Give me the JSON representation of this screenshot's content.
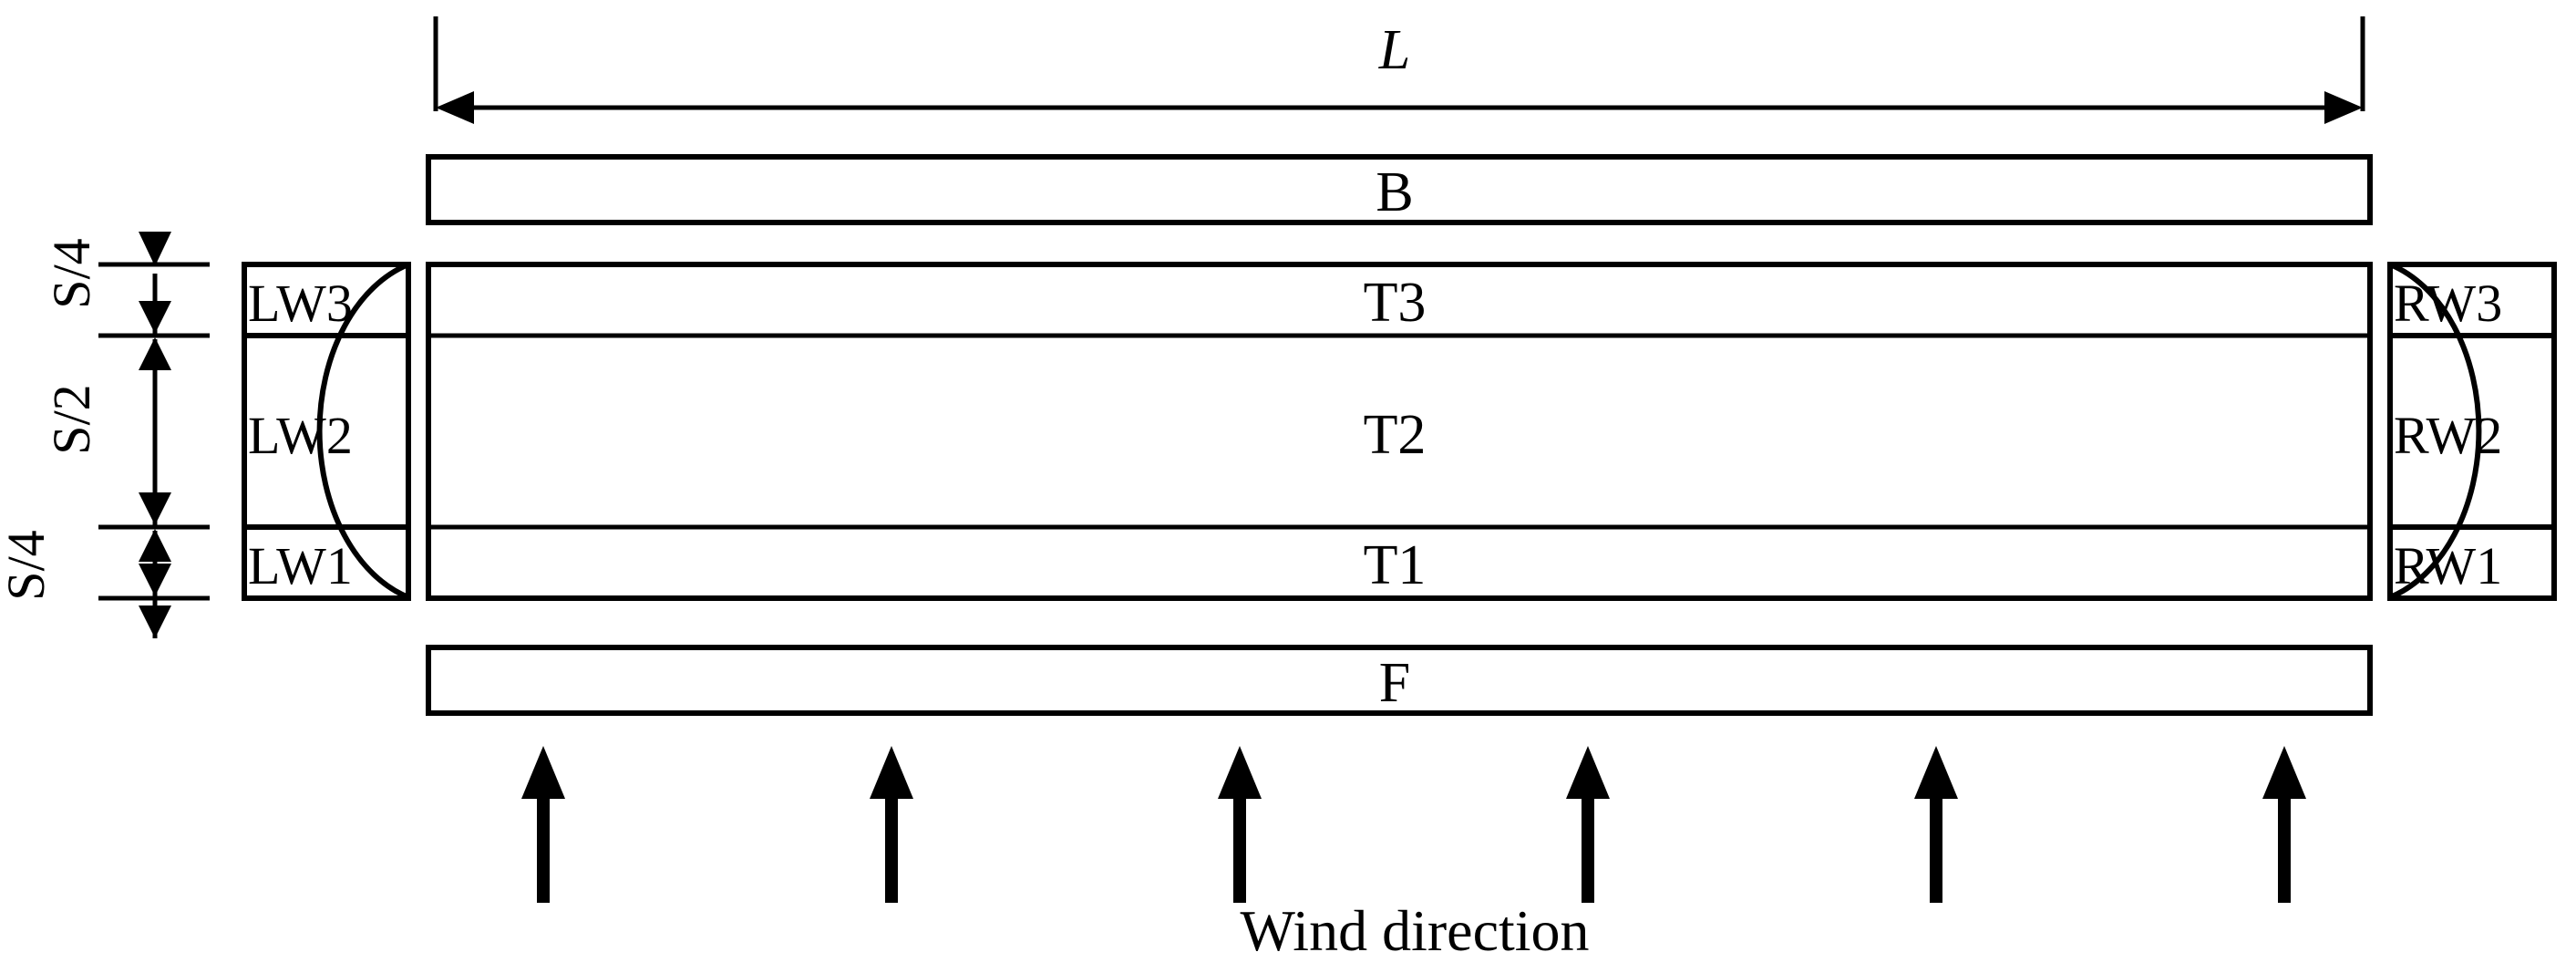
{
  "figure": {
    "type": "technical-diagram",
    "description": "Plan view schematic of a rectangular building showing surface zone subdivisions with wind direction",
    "background_color": "#ffffff",
    "line_color": "#000000"
  },
  "dimensions": {
    "length_label": "L",
    "width_segments": [
      {
        "label": "S/4",
        "zone": "top"
      },
      {
        "label": "S/2",
        "zone": "middle"
      },
      {
        "label": "S/4",
        "zone": "bottom"
      }
    ]
  },
  "zones": {
    "back": {
      "label": "B",
      "name": "back-surface"
    },
    "front": {
      "label": "F",
      "name": "front-surface"
    },
    "top_strips": [
      {
        "label": "T3",
        "name": "top-strip-3"
      },
      {
        "label": "T2",
        "name": "top-strip-2"
      },
      {
        "label": "T1",
        "name": "top-strip-1"
      }
    ],
    "left_wall": [
      {
        "label": "LW3",
        "name": "left-wall-3"
      },
      {
        "label": "LW2",
        "name": "left-wall-2"
      },
      {
        "label": "LW1",
        "name": "left-wall-1"
      }
    ],
    "right_wall": [
      {
        "label": "RW3",
        "name": "right-wall-3"
      },
      {
        "label": "RW2",
        "name": "right-wall-2"
      },
      {
        "label": "RW1",
        "name": "right-wall-1"
      }
    ]
  },
  "wind": {
    "caption": "Wind direction",
    "arrow_count": 6,
    "arrow_direction": "up"
  }
}
